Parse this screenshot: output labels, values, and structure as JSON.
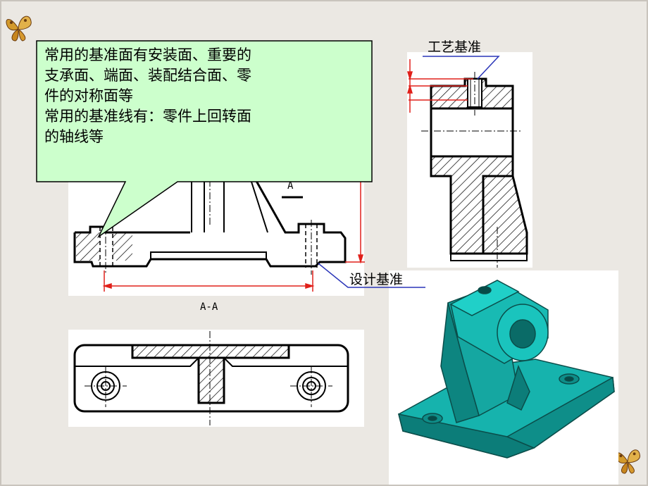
{
  "callout": {
    "lines": [
      "常用的基准面有安装面、重要的",
      "支承面、端面、装配结合面、零",
      "件的对称面等",
      "常用的基准线有：零件上回转面",
      "的轴线等"
    ]
  },
  "labels": {
    "process_datum": "工艺基准",
    "design_datum": "设计基准",
    "section_a": "A",
    "section_aa": "A-A"
  },
  "colors": {
    "background": "#ebe8e3",
    "callout_fill": "#ccffcc",
    "leader": "#2a35b8",
    "dimension": "#e0201a",
    "part_3d": "#119e9a"
  },
  "icons": [
    "butterfly-icon",
    "butterfly-icon"
  ]
}
